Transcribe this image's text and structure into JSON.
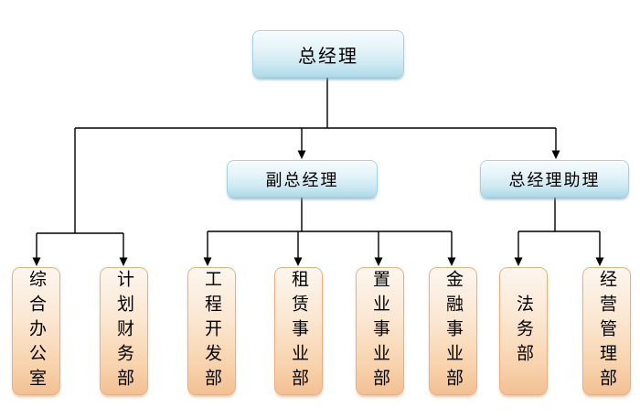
{
  "page": {
    "background": "#ffffff",
    "description": "Company organization chart"
  },
  "org_chart": {
    "root": {
      "label": "总经理"
    },
    "level2": [
      {
        "label": "副总经理",
        "reports_to": "总经理"
      },
      {
        "label": "总经理助理",
        "reports_to": "总经理"
      }
    ],
    "departments": [
      {
        "label": "综合办公室",
        "reports_to": "总经理"
      },
      {
        "label": "计划财务部",
        "reports_to": "总经理"
      },
      {
        "label": "工程开发部",
        "reports_to": "副总经理"
      },
      {
        "label": "租赁事业部",
        "reports_to": "副总经理"
      },
      {
        "label": "置业事业部",
        "reports_to": "副总经理"
      },
      {
        "label": "金融事业部",
        "reports_to": "副总经理"
      },
      {
        "label": "法务部",
        "reports_to": "总经理助理"
      },
      {
        "label": "经营管理部",
        "reports_to": "总经理助理"
      }
    ],
    "colors": {
      "manager_node_fill_top": "#f5fbfd",
      "manager_node_fill_bottom": "#aedae9",
      "manager_node_border": "#a3d3e2",
      "department_node_fill_top": "#fdf6ef",
      "department_node_fill_bottom": "#f3c094",
      "department_node_border": "#efae80",
      "connector_line": "#000000",
      "text": "#000000"
    }
  }
}
